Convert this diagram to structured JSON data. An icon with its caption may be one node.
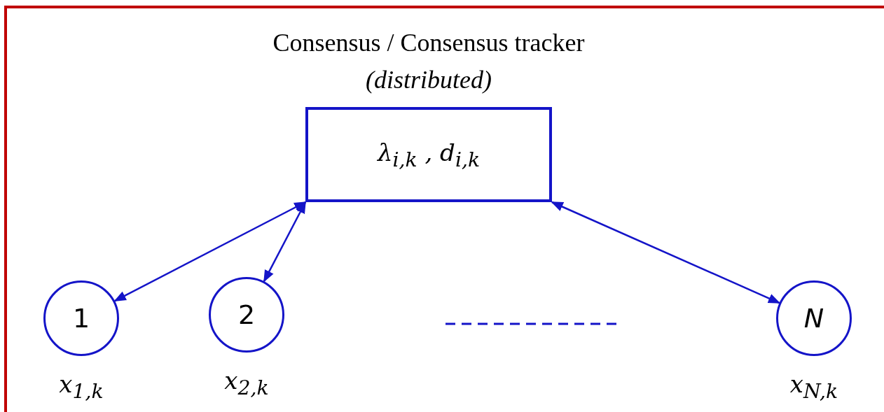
{
  "diagram": {
    "nodes": [
      {
        "text": [
          "Consensus / Consensus tracker",
          "(distributed)",
          "λ$_{i,k}$ , d$_{i,k}$"
        ]
      },
      {
        "text": [
          "1"
        ],
        "beside": [
          "x$_{1,k}$"
        ]
      },
      {
        "text": [
          "2"
        ],
        "beside": [
          "x$_{2,k}$"
        ]
      },
      {
        "text": [
          "N"
        ],
        "beside": [
          "x$_{N,k}$"
        ]
      }
    ],
    "edges": [
      {
        "from": 0,
        "to": 1,
        "arrow": "both"
      },
      {
        "from": 0,
        "to": 2,
        "arrow": "both"
      },
      {
        "from": 0,
        "to": 3,
        "arrow": "both"
      }
    ]
  }
}
